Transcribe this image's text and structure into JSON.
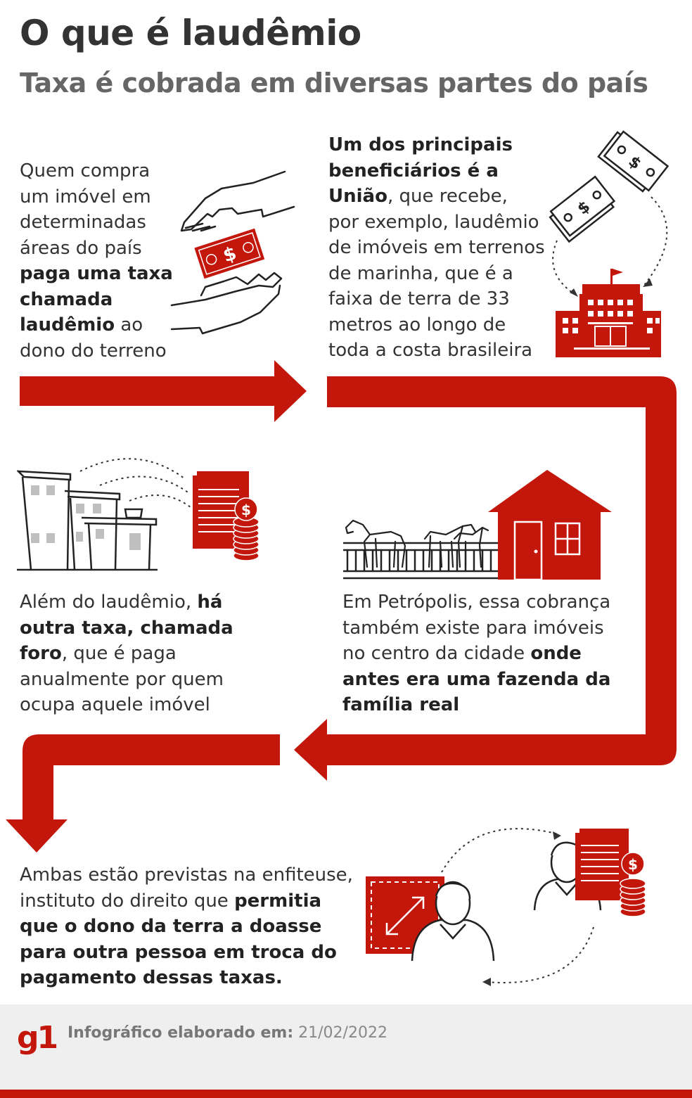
{
  "header": {
    "title": "O que é laudêmio",
    "subtitle": "Taxa é cobrada em diversas partes do país"
  },
  "step1": {
    "t1": "Quem compra",
    "t2": "um imóvel em",
    "t3": "determinadas",
    "t4": "áreas do país",
    "b1": "paga uma taxa",
    "b2": "chamada",
    "b3": "laudêmio",
    "t5": " ao",
    "t6": "dono do terreno"
  },
  "step2": {
    "b1": "Um dos principais",
    "b2": "beneficiários é a",
    "b3": "União",
    "t1": ", que recebe,",
    "t2": "por exemplo, laudêmio",
    "t3": "de imóveis em terrenos",
    "t4": "de marinha, que é a",
    "t5": "faixa de terra de 33",
    "t6": "metros ao longo de",
    "t7": "toda a costa brasileira"
  },
  "step3": {
    "t1": "Em Petrópolis, essa cobrança",
    "t2": "também existe para imóveis",
    "t3": "no centro da cidade ",
    "b1": "onde",
    "b2": "antes era uma fazenda da",
    "b3": "família real"
  },
  "step4": {
    "t1": "Além do laudêmio, ",
    "b1": "há",
    "b2": "outra taxa, chamada",
    "b3": "foro",
    "t2": ", que é paga",
    "t3": "anualmente por quem",
    "t4": "ocupa aquele imóvel"
  },
  "step5": {
    "t1": "Ambas estão previstas na enfiteuse,",
    "t2": "instituto do direito que ",
    "b1": "permitia",
    "b2": "que o dono da terra a doasse",
    "b3": "para outra pessoa em troca do",
    "b4": "pagamento dessas taxas."
  },
  "footer": {
    "logo": "g1",
    "credit_label": "Infográfico elaborado em:",
    "credit_date": " 21/02/2022"
  },
  "icons": {
    "dollar": "$"
  },
  "colors": {
    "accent": "#c4170c",
    "text": "#333333",
    "subtitle": "#666666",
    "footer_bg": "#efefef"
  }
}
